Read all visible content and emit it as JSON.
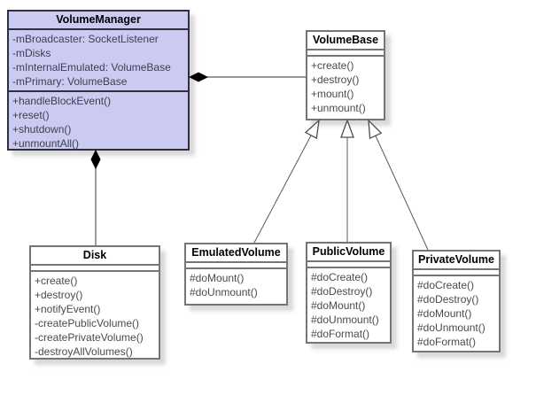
{
  "diagram": {
    "kind": "uml-class-diagram",
    "classes": {
      "volume_manager": {
        "name": "VolumeManager",
        "attributes": [
          "-mBroadcaster: SocketListener",
          "-mDisks",
          "-mInternalEmulated: VolumeBase",
          "-mPrimary: VolumeBase"
        ],
        "methods": [
          "+handleBlockEvent()",
          "+reset()",
          "+shutdown()",
          "+unmountAll()"
        ]
      },
      "volume_base": {
        "name": "VolumeBase",
        "attributes": [],
        "methods": [
          "+create()",
          "+destroy()",
          "+mount()",
          "+unmount()"
        ]
      },
      "disk": {
        "name": "Disk",
        "attributes": [],
        "methods": [
          "+create()",
          "+destroy()",
          "+notifyEvent()",
          "-createPublicVolume()",
          "-createPrivateVolume()",
          "-destroyAllVolumes()"
        ]
      },
      "emulated_volume": {
        "name": "EmulatedVolume",
        "attributes": [],
        "methods": [
          "#doMount()",
          "#doUnmount()"
        ]
      },
      "public_volume": {
        "name": "PublicVolume",
        "attributes": [],
        "methods": [
          "#doCreate()",
          "#doDestroy()",
          "#doMount()",
          "#doUnmount()",
          "#doFormat()"
        ]
      },
      "private_volume": {
        "name": "PrivateVolume",
        "attributes": [],
        "methods": [
          "#doCreate()",
          "#doDestroy()",
          "#doMount()",
          "#doUnmount()",
          "#doFormat()"
        ]
      }
    },
    "relationships": [
      {
        "type": "composition",
        "owner": "VolumeManager",
        "part": "VolumeBase"
      },
      {
        "type": "composition",
        "owner": "VolumeManager",
        "part": "Disk"
      },
      {
        "type": "generalization",
        "child": "EmulatedVolume",
        "parent": "VolumeBase"
      },
      {
        "type": "generalization",
        "child": "PublicVolume",
        "parent": "VolumeBase"
      },
      {
        "type": "generalization",
        "child": "PrivateVolume",
        "parent": "VolumeBase"
      }
    ],
    "colors": {
      "highlight_fill": "#cbcbf1",
      "highlight_border": "#2f2f42",
      "box_border": "#757575",
      "body_text": "#4a4a4a",
      "line": "#595959",
      "diamond_fill": "#000000",
      "triangle_fill": "#ffffff",
      "background": "#ffffff"
    }
  }
}
